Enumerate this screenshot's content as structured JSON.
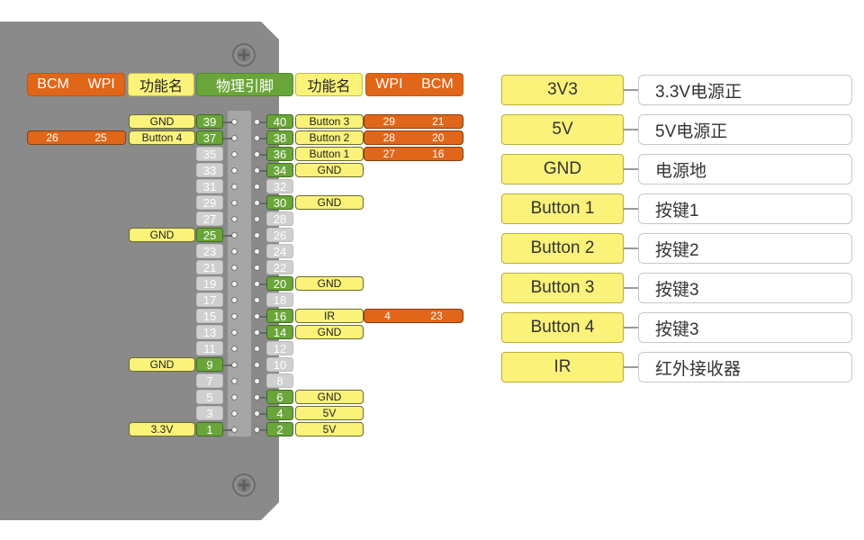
{
  "headers": {
    "left_bcm": "BCM",
    "left_wpi": "WPI",
    "left_function": "功能名",
    "physical_pin": "物理引脚",
    "right_function": "功能名",
    "right_wpi": "WPI",
    "right_bcm": "BCM"
  },
  "pins": [
    {
      "left": {
        "pin": "39",
        "active": true,
        "func": "GND"
      },
      "right": {
        "pin": "40",
        "active": true,
        "func": "Button 3",
        "wpi": "29",
        "bcm": "21"
      }
    },
    {
      "left": {
        "pin": "37",
        "active": true,
        "func": "Button 4",
        "wpi": "25",
        "bcm": "26"
      },
      "right": {
        "pin": "38",
        "active": true,
        "func": "Button 2",
        "wpi": "28",
        "bcm": "20"
      }
    },
    {
      "left": {
        "pin": "35",
        "active": false
      },
      "right": {
        "pin": "36",
        "active": true,
        "func": "Button 1",
        "wpi": "27",
        "bcm": "16"
      }
    },
    {
      "left": {
        "pin": "33",
        "active": false
      },
      "right": {
        "pin": "34",
        "active": true,
        "func": "GND"
      }
    },
    {
      "left": {
        "pin": "31",
        "active": false
      },
      "right": {
        "pin": "32",
        "active": false
      }
    },
    {
      "left": {
        "pin": "29",
        "active": false
      },
      "right": {
        "pin": "30",
        "active": true,
        "func": "GND"
      }
    },
    {
      "left": {
        "pin": "27",
        "active": false
      },
      "right": {
        "pin": "28",
        "active": false
      }
    },
    {
      "left": {
        "pin": "25",
        "active": true,
        "func": "GND"
      },
      "right": {
        "pin": "26",
        "active": false
      }
    },
    {
      "left": {
        "pin": "23",
        "active": false
      },
      "right": {
        "pin": "24",
        "active": false
      }
    },
    {
      "left": {
        "pin": "21",
        "active": false
      },
      "right": {
        "pin": "22",
        "active": false
      }
    },
    {
      "left": {
        "pin": "19",
        "active": false
      },
      "right": {
        "pin": "20",
        "active": true,
        "func": "GND"
      }
    },
    {
      "left": {
        "pin": "17",
        "active": false
      },
      "right": {
        "pin": "18",
        "active": false
      }
    },
    {
      "left": {
        "pin": "15",
        "active": false
      },
      "right": {
        "pin": "16",
        "active": true,
        "func": "IR",
        "wpi": "4",
        "bcm": "23"
      }
    },
    {
      "left": {
        "pin": "13",
        "active": false
      },
      "right": {
        "pin": "14",
        "active": true,
        "func": "GND"
      }
    },
    {
      "left": {
        "pin": "11",
        "active": false
      },
      "right": {
        "pin": "12",
        "active": false
      }
    },
    {
      "left": {
        "pin": "9",
        "active": true,
        "func": "GND"
      },
      "right": {
        "pin": "10",
        "active": false
      }
    },
    {
      "left": {
        "pin": "7",
        "active": false
      },
      "right": {
        "pin": "8",
        "active": false
      }
    },
    {
      "left": {
        "pin": "5",
        "active": false
      },
      "right": {
        "pin": "6",
        "active": true,
        "func": "GND"
      }
    },
    {
      "left": {
        "pin": "3",
        "active": false
      },
      "right": {
        "pin": "4",
        "active": true,
        "func": "5V"
      }
    },
    {
      "left": {
        "pin": "1",
        "active": true,
        "func": "3.3V"
      },
      "right": {
        "pin": "2",
        "active": true,
        "func": "5V"
      }
    }
  ],
  "legend": [
    {
      "key": "3V3",
      "desc": "3.3V电源正"
    },
    {
      "key": "5V",
      "desc": "5V电源正"
    },
    {
      "key": "GND",
      "desc": "电源地"
    },
    {
      "key": "Button 1",
      "desc": "按键1"
    },
    {
      "key": "Button 2",
      "desc": "按键2"
    },
    {
      "key": "Button 3",
      "desc": "按键3"
    },
    {
      "key": "Button 4",
      "desc": "按键3"
    },
    {
      "key": "IR",
      "desc": "红外接收器"
    }
  ],
  "colors": {
    "board": "#8a8a8a",
    "pin_active": "#6aa539",
    "pin_idle": "#cfcfcf",
    "function_label": "#fbf27a",
    "gpio_number": "#e0661a"
  }
}
